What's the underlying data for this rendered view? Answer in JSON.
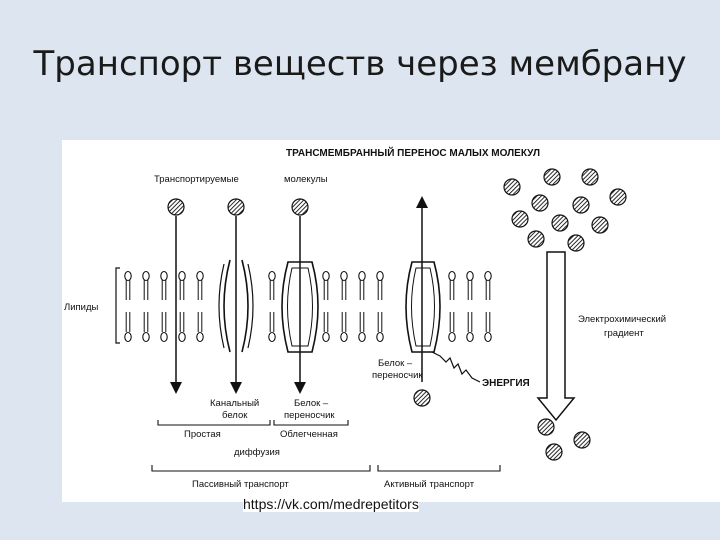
{
  "slide": {
    "title": "Транспорт веществ через мембрану",
    "source_link": "https://vk.com/medrepetitors"
  },
  "figure": {
    "header": "ТРАНСМЕМБРАННЫЙ ПЕРЕНОС МАЛЫХ МОЛЕКУЛ",
    "transported_label_1": "Транспортируемые",
    "transported_label_2": "молекулы",
    "lipids_label": "Липиды",
    "gradient_label_1": "Электрохимический",
    "gradient_label_2": "градиент",
    "carrier_active_1": "Белок –",
    "carrier_active_2": "переносчик",
    "energy_label": "ЭНЕРГИЯ",
    "channel_1": "Канальный",
    "channel_2": "белок",
    "carrier_passive_1": "Белок –",
    "carrier_passive_2": "переносчик",
    "simple_label": "Простая",
    "facilitated_label": "Облегченная",
    "diffusion_label": "диффузия",
    "passive_label": "Пассивный транспорт",
    "active_label": "Активный транспорт"
  }
}
